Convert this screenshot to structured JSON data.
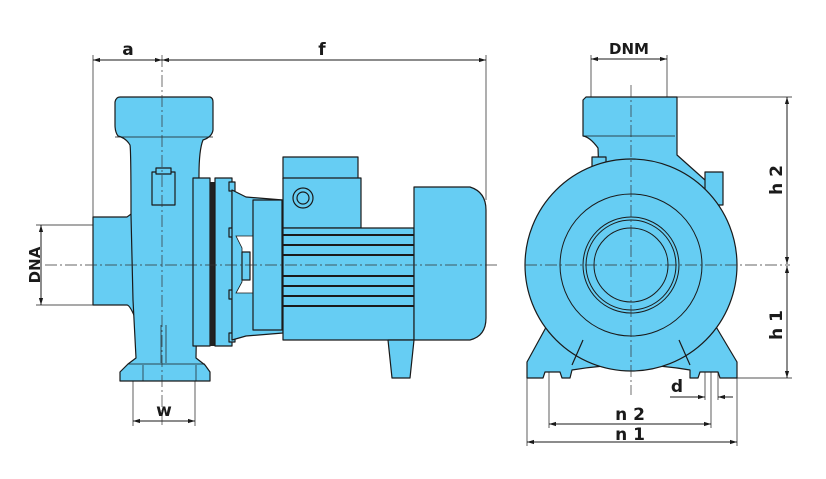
{
  "diagram": {
    "side_view": {
      "dimensions": {
        "a": "a",
        "f": "f",
        "dna": "DNA",
        "w": "w"
      }
    },
    "front_view": {
      "dimensions": {
        "dnm": "DNM",
        "h2": "h 2",
        "h1": "h 1",
        "d": "d",
        "n2": "n 2",
        "n1": "n 1"
      }
    },
    "colors": {
      "body": "#66cdf3",
      "line": "#1a1a1a"
    }
  }
}
